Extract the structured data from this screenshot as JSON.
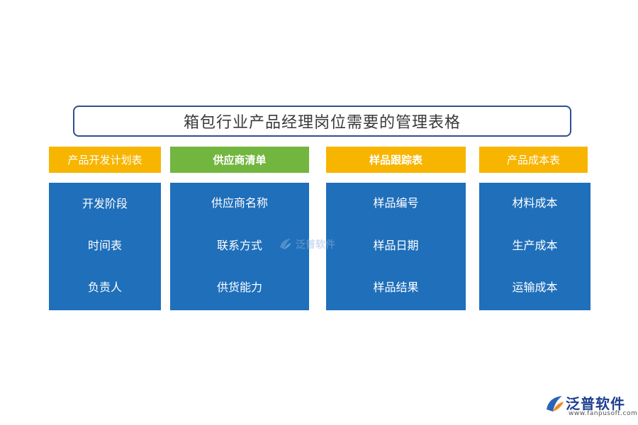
{
  "title": "箱包行业产品经理岗位需要的管理表格",
  "columns": [
    {
      "header": "产品开发计划表",
      "header_color": "#f7b500",
      "header_bold": false,
      "items": [
        "开发阶段",
        "时间表",
        "负责人"
      ]
    },
    {
      "header": "供应商清单",
      "header_color": "#72b63f",
      "header_bold": true,
      "items": [
        "供应商名称",
        "联系方式",
        "供货能力"
      ]
    },
    {
      "header": "样品跟踪表",
      "header_color": "#f7b500",
      "header_bold": true,
      "items": [
        "样品编号",
        "样品日期",
        "样品结果"
      ]
    },
    {
      "header": "产品成本表",
      "header_color": "#f7b500",
      "header_bold": false,
      "items": [
        "材料成本",
        "生产成本",
        "运输成本"
      ]
    }
  ],
  "body_color": "#1f6fba",
  "watermark": {
    "text": "泛普软件",
    "icon": "fanpu-logo-icon"
  },
  "logo": {
    "name": "泛普软件",
    "url": "www.fanpusoft.com",
    "icon": "fanpu-logo-icon"
  }
}
